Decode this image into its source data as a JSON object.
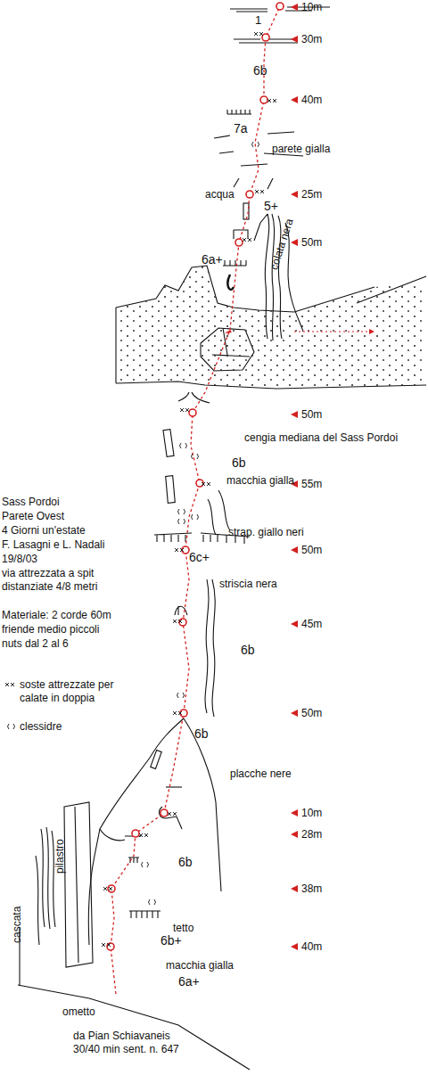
{
  "diagram": {
    "labels": [
      "10m",
      "1",
      "30m",
      "6b",
      "40m",
      "7a",
      "parete gialla",
      "acqua",
      "25m",
      "5+",
      "50m",
      "6a+",
      "colata nera",
      "50m",
      "cengia mediana del Sass Pordoi",
      "55m",
      "6b",
      "macchia gialla",
      "50m",
      "Sass Pordoi",
      "Parete Ovest",
      "4 Giorni un'estate",
      "F. Lasagni e L. Nadali",
      "19/8/03",
      "via attrezzata a spit distanziate 4/8 metri",
      "strap. giallo neri",
      "6c+",
      "Materiale: 2 corde 60m",
      "friende medio piccoli",
      "striscia nera",
      "45m",
      "nuts dal 2 al 6",
      "6b",
      "50m",
      "6b",
      "placche nere",
      "10m",
      "28m",
      "6b",
      "38m",
      "tetto",
      "6b+",
      "40m",
      "macchia gialla",
      "6a+",
      "pilastro",
      "cascata",
      "ometto",
      "da Pian Schiavaneis 30/40 min sent. n. 647"
    ],
    "legend": [
      {
        "text": "soste attrezzate per calate in doppia"
      },
      {
        "text": "clessidre"
      }
    ]
  }
}
